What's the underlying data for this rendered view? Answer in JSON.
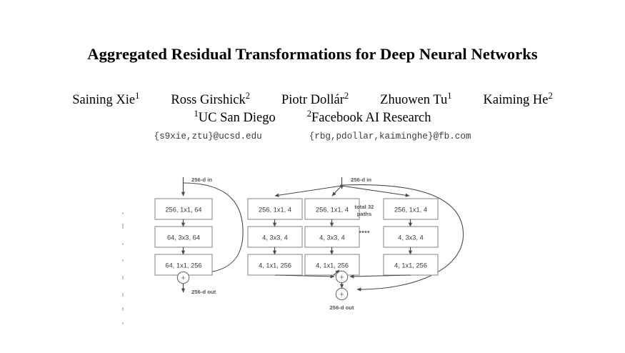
{
  "document": {
    "title": "Aggregated Residual Transformations for Deep Neural Networks",
    "authors": [
      {
        "name": "Saining Xie",
        "affiliation_marker": "1"
      },
      {
        "name": "Ross Girshick",
        "affiliation_marker": "2"
      },
      {
        "name": "Piotr Dollár",
        "affiliation_marker": "2"
      },
      {
        "name": "Zhuowen Tu",
        "affiliation_marker": "1"
      },
      {
        "name": "Kaiming He",
        "affiliation_marker": "2"
      }
    ],
    "affiliations": [
      {
        "marker": "1",
        "name": "UC San Diego"
      },
      {
        "marker": "2",
        "name": "Facebook AI Research"
      }
    ],
    "emails": [
      "{s9xie,ztu}@ucsd.edu",
      "{rbg,pdollar,kaiminghe}@fb.com"
    ]
  },
  "figure": {
    "left_block": {
      "input_label": "256-d in",
      "output_label": "256-d out",
      "layers": [
        "256, 1x1, 64",
        "64, 3x3, 64",
        "64, 1x1, 256"
      ],
      "sum_symbol": "+"
    },
    "right_block": {
      "input_label": "256-d in",
      "output_label": "256-d out",
      "paths_label_line1": "total 32",
      "paths_label_line2": "paths",
      "ellipsis": "••••",
      "sum_symbol": "+",
      "columns": [
        {
          "layers": [
            "256, 1x1, 4",
            "4, 3x3, 4",
            "4, 1x1, 256"
          ]
        },
        {
          "layers": [
            "256, 1x1, 4",
            "4, 3x3, 4",
            "4, 1x1, 256"
          ]
        },
        {
          "layers": [
            "256, 1x1, 4",
            "4, 3x3, 4",
            "4, 1x1, 256"
          ]
        }
      ]
    }
  },
  "colors": {
    "page_background": "#ffffff",
    "title_text": "#000000",
    "figure_box_border": "#8c8c8c",
    "figure_box_text": "#3f3a33",
    "figure_label_text": "#595651",
    "figure_arrow": "#4a4a4a",
    "figure_plus": "#8a6a4a",
    "selection_artifact": "#5b9bd5"
  }
}
